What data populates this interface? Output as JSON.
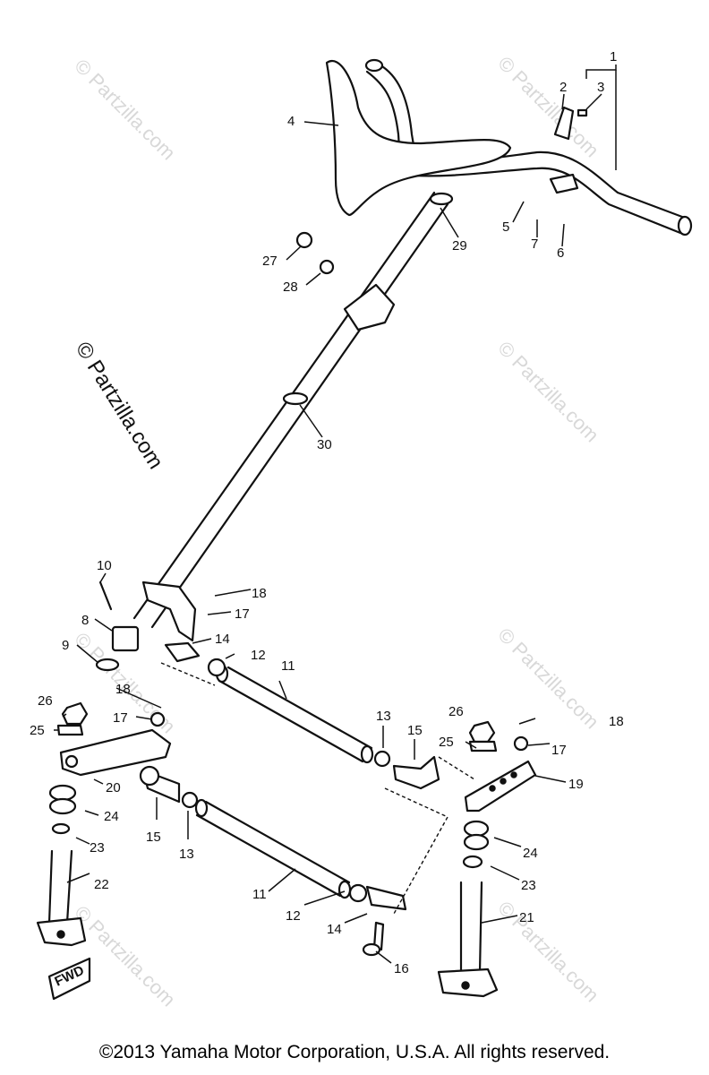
{
  "callouts": {
    "c1": "1",
    "c2": "2",
    "c3": "3",
    "c4": "4",
    "c5": "5",
    "c6": "6",
    "c7": "7",
    "c8": "8",
    "c9": "9",
    "c10": "10",
    "c11a": "11",
    "c11b": "11",
    "c12a": "12",
    "c12b": "12",
    "c13a": "13",
    "c13b": "13",
    "c14a": "14",
    "c14b": "14",
    "c15a": "15",
    "c15b": "15",
    "c16": "16",
    "c17a": "17",
    "c17b": "17",
    "c17c": "17",
    "c18a": "18",
    "c18b": "18",
    "c18c": "18",
    "c19": "19",
    "c20": "20",
    "c21": "21",
    "c22": "22",
    "c23a": "23",
    "c23b": "23",
    "c24a": "24",
    "c24b": "24",
    "c25a": "25",
    "c25b": "25",
    "c26a": "26",
    "c26b": "26",
    "c27": "27",
    "c28": "28",
    "c29": "29",
    "c30": "30"
  },
  "fwd_mark": "FWD",
  "watermark_main": "© Partzilla.com",
  "watermark_faint": "© Partzilla.com",
  "copyright": "©2013  Yamaha Motor Corporation, U.S.A. All rights reserved."
}
